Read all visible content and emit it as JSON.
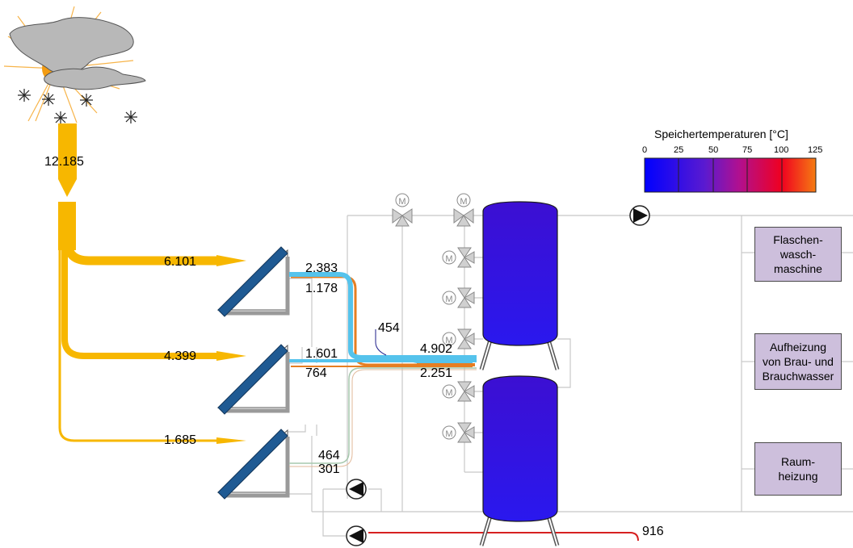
{
  "solar": {
    "total": "12.185",
    "branches": [
      "6.101",
      "4.399",
      "1.685"
    ]
  },
  "collectors": [
    {
      "upper": "2.383",
      "lower": "1.178"
    },
    {
      "upper": "1.601",
      "lower": "764"
    },
    {
      "upper": "464",
      "lower": "301"
    }
  ],
  "storage": {
    "loss": "454",
    "to_tank": "4.902",
    "from_tank": "2.251",
    "bottom_return": "916"
  },
  "legend": {
    "title": "Speichertemperaturen [°C]",
    "ticks": [
      "0",
      "25",
      "50",
      "75",
      "100",
      "125"
    ],
    "tank_color": "#3c0fd2"
  },
  "consumers": [
    "Flaschen-\nwasch-\nmaschine",
    "Aufheizung\nvon Brau- und\nBrauchwasser",
    "Raum-\nheizung"
  ],
  "colors": {
    "solar_flow": "#f7b700",
    "hot_flow": "#e67e22",
    "cold_flow": "#55c3ec",
    "return_line": "#d62020",
    "pipe": "#c8c8c8",
    "consumer_fill": "#cdbfdc"
  }
}
